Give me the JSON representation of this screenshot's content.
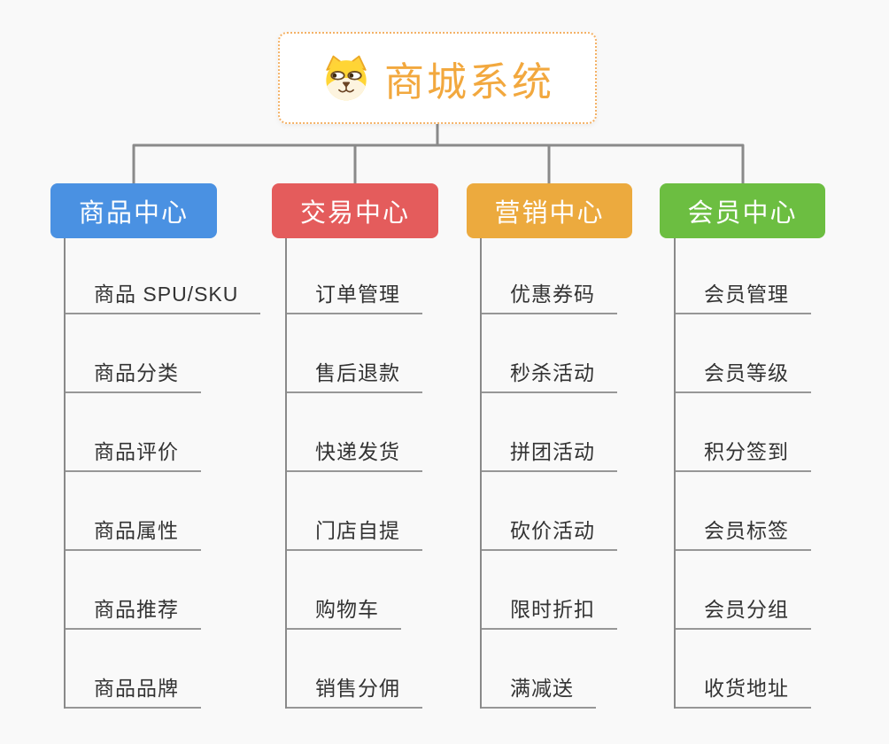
{
  "root": {
    "title": "商城系统",
    "icon": "dog-face-icon",
    "title_color": "#f2a83e",
    "border_color": "#f4b267"
  },
  "branches": [
    {
      "label": "商品中心",
      "color": "#4a91e2",
      "children": [
        "商品 SPU/SKU",
        "商品分类",
        "商品评价",
        "商品属性",
        "商品推荐",
        "商品品牌"
      ]
    },
    {
      "label": "交易中心",
      "color": "#e45c5c",
      "children": [
        "订单管理",
        "售后退款",
        "快递发货",
        "门店自提",
        "购物车",
        "销售分佣"
      ]
    },
    {
      "label": "营销中心",
      "color": "#ecaa3e",
      "children": [
        "优惠券码",
        "秒杀活动",
        "拼团活动",
        "砍价活动",
        "限时折扣",
        "满减送"
      ]
    },
    {
      "label": "会员中心",
      "color": "#6cbe41",
      "children": [
        "会员管理",
        "会员等级",
        "积分签到",
        "会员标签",
        "会员分组",
        "收货地址"
      ]
    }
  ],
  "colors": {
    "background": "#f9f9f9",
    "connector": "#8a8a8a",
    "underline": "#979797",
    "leaf_text": "#333333"
  }
}
